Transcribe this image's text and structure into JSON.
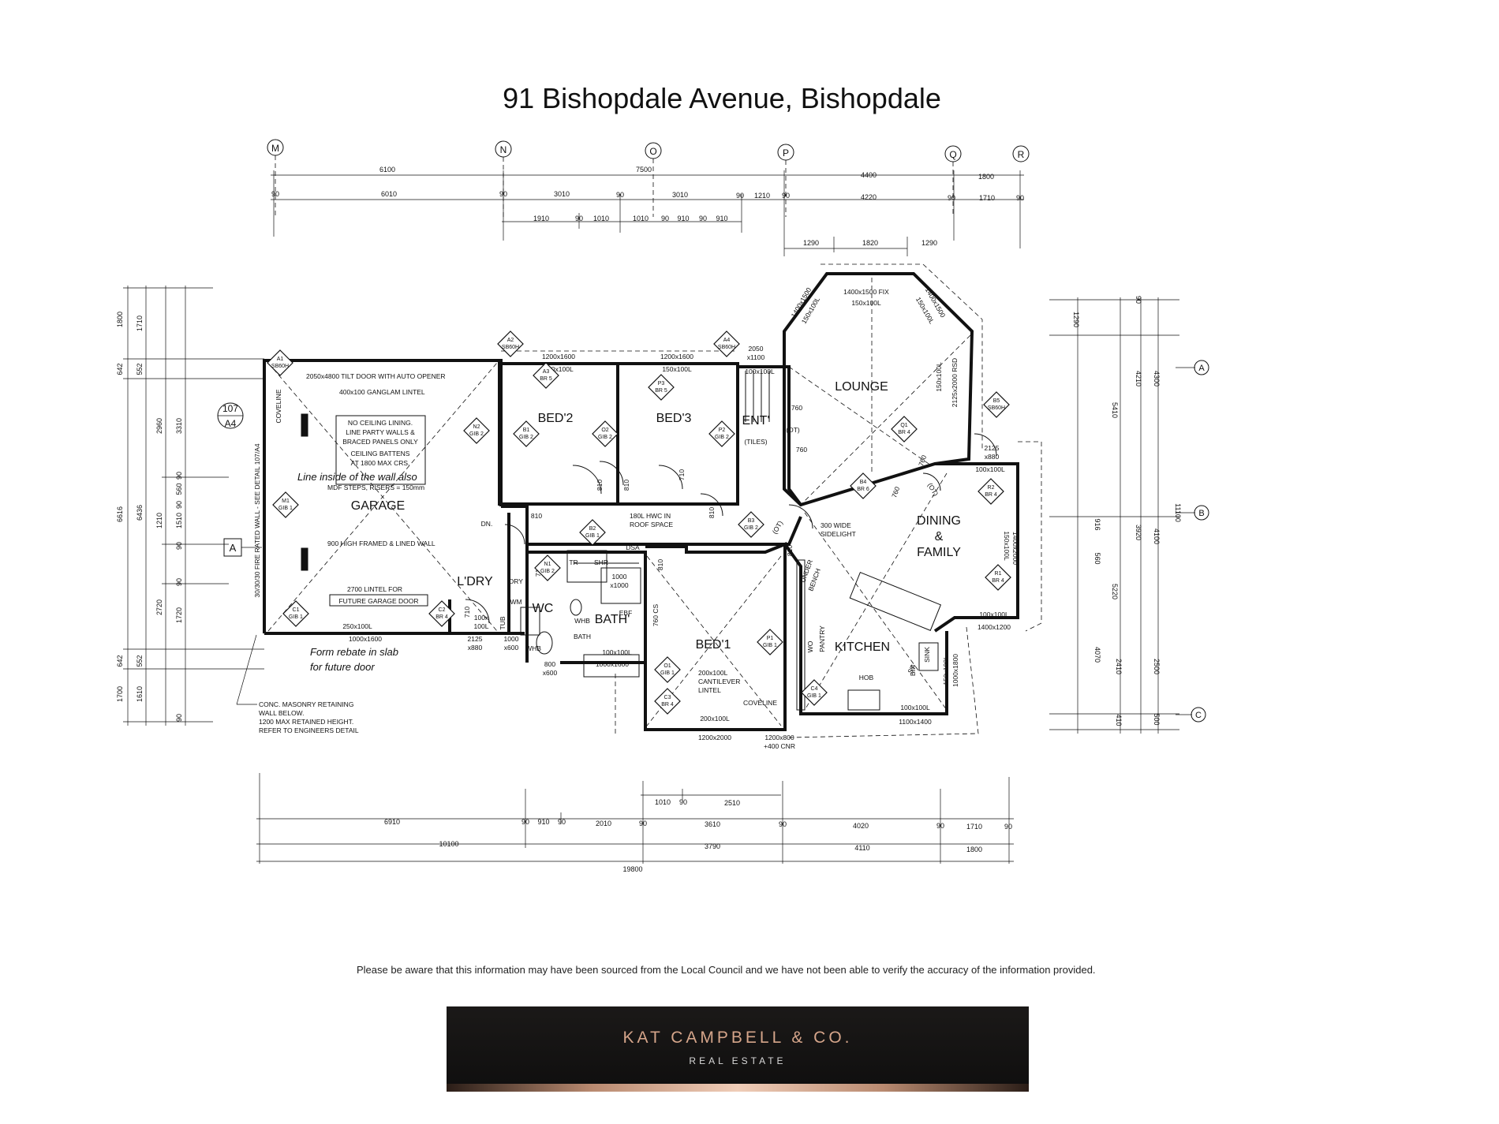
{
  "title": "91 Bishopdale Avenue, Bishopdale",
  "grid_markers": {
    "top": [
      "M",
      "N",
      "O",
      "P",
      "Q",
      "R"
    ],
    "right": [
      "A",
      "B",
      "C"
    ],
    "left_box": "A",
    "section_ref": [
      "107",
      "A4"
    ]
  },
  "dims": {
    "top1": [
      "6100",
      "7500",
      "4400",
      "1800"
    ],
    "top2": [
      "90",
      "6010",
      "90",
      "3010",
      "90",
      "3010",
      "90",
      "1210",
      "90",
      "4220",
      "90",
      "1710",
      "90"
    ],
    "top3": [
      "1910",
      "90",
      "1010",
      "1010",
      "90",
      "910",
      "90",
      "910"
    ],
    "top4": [
      "1290",
      "1820",
      "1290"
    ],
    "bottom1": [
      "1010",
      "90",
      "2510"
    ],
    "bottom2": [
      "6910",
      "90",
      "910",
      "90",
      "2010",
      "90",
      "3610",
      "90",
      "4020",
      "90",
      "1710",
      "90"
    ],
    "bottom3": [
      "10100",
      "3790",
      "4110",
      "1800"
    ],
    "bottom4": "19800",
    "left_outer": [
      "1800",
      "642",
      "6616",
      "642",
      "1700"
    ],
    "left_mid": [
      "1710",
      "552",
      "2960",
      "6436",
      "1210",
      "2720",
      "552",
      "1610"
    ],
    "left_inner": [
      "3310",
      "90",
      "560",
      "90",
      "1510",
      "90",
      "90",
      "1720",
      "90"
    ],
    "right_inner": [
      "1290",
      "5410",
      "916",
      "560",
      "2410",
      "410"
    ],
    "right_mid": [
      "4210",
      "3920",
      "5220",
      "4070",
      "90"
    ],
    "right_outer": [
      "4300",
      "11100",
      "4100",
      "2500",
      "500"
    ]
  },
  "rooms": {
    "garage": "GARAGE",
    "bed2": "BED'2",
    "bed3": "BED'3",
    "ent": "ENT'",
    "lounge": "LOUNGE",
    "dining1": "DINING",
    "dining2": "&",
    "dining3": "FAMILY",
    "ldry": "L'DRY",
    "wc": "WC",
    "bath": "BATH'",
    "bed1": "BED'1",
    "kitchen": "KITCHEN",
    "tiles": "(TILES)"
  },
  "tags": [
    {
      "code": "A1",
      "text": "SB60H"
    },
    {
      "code": "A2",
      "text": "SB60H"
    },
    {
      "code": "A4",
      "text": "SB60H"
    },
    {
      "code": "B5",
      "text": "SB60H"
    },
    {
      "code": "A3",
      "text": "BR 5"
    },
    {
      "code": "P3",
      "text": "BR 5"
    },
    {
      "code": "N2",
      "text": "GIB 2"
    },
    {
      "code": "B1",
      "text": "GIB 2"
    },
    {
      "code": "O2",
      "text": "GIB 2"
    },
    {
      "code": "P2",
      "text": "GIB 2"
    },
    {
      "code": "Q1",
      "text": "BR 4"
    },
    {
      "code": "B4",
      "text": "BR 6"
    },
    {
      "code": "R2",
      "text": "BR 4"
    },
    {
      "code": "R1",
      "text": "BR 4"
    },
    {
      "code": "M1",
      "text": "GIB 1"
    },
    {
      "code": "B2",
      "text": "GIB 1"
    },
    {
      "code": "B3",
      "text": "GIB 2"
    },
    {
      "code": "N1",
      "text": "GIB 2"
    },
    {
      "code": "C1",
      "text": "GIB 1"
    },
    {
      "code": "C2",
      "text": "BR 4"
    },
    {
      "code": "P1",
      "text": "GIB 1"
    },
    {
      "code": "O1",
      "text": "GIB 1"
    },
    {
      "code": "C3",
      "text": "BR 4"
    },
    {
      "code": "C4",
      "text": "GIB 1"
    }
  ],
  "notes": {
    "tilt_door": "2050x4800 TILT DOOR WITH AUTO OPENER",
    "ganglam": "400x100 GANGLAM LINTEL",
    "no_ceiling": [
      "NO CEILING LINING.",
      "LINE PARTY WALLS &",
      "BRACED PANELS ONLY",
      "CEILING BATTENS",
      "AT 1800 MAX CRS."
    ],
    "mdf_steps": "MDF STEPS, RISERS = 150mm",
    "framed_wall": "900 HIGH FRAMED & LINED WALL",
    "lintel_2700": "2700 LINTEL FOR",
    "future_garage": "FUTURE GARAGE DOOR",
    "fire_wall": "30/30/30 FIRE RATED WALL - SEE DETAIL 107/A4",
    "coveline": "COVELINE",
    "hwc": [
      "180L HWC IN",
      "ROOF SPACE"
    ],
    "sidelight": [
      "300 WIDE",
      "SIDELIGHT"
    ],
    "cantilever": [
      "200x100L",
      "CANTILEVER",
      "LINTEL"
    ],
    "retaining": [
      "CONC. MASONRY RETAINING",
      "WALL BELOW.",
      "1200 MAX RETAINED HEIGHT.",
      "REFER TO ENGINEERS DETAIL"
    ],
    "fix_window": "1400x1500 FIX",
    "rsd": "2125x2000 RSD",
    "win_labels": [
      "1200x1600",
      "1200x1600",
      "2050",
      "x1100",
      "100x100L",
      "150x100L",
      "150x100L",
      "150x100L",
      "150x100L",
      "250x100L",
      "1000x1600",
      "2125",
      "x880",
      "100x",
      "100L",
      "1000",
      "x600",
      "800",
      "x600",
      "1000x1600",
      "100x100L",
      "200x100L",
      "1200x2000",
      "1200x800",
      "+400 CNR",
      "1100x1400",
      "100x100L",
      "1400x1200",
      "100x100L",
      "150x100L",
      "1400x2000",
      "2125",
      "x880",
      "100x100L",
      "1000x1800",
      "150x100L",
      "1400x1500",
      "1400x1500",
      "150x100L",
      "150x100L",
      "760",
      "760",
      "760",
      "760",
      "810",
      "810",
      "810",
      "810",
      "710",
      "710",
      "810",
      "710",
      "810",
      "760 CS",
      "(OT)",
      "(OT)",
      "(OT)",
      "DN.",
      "DSA",
      "TR",
      "SHR",
      "1000",
      "x1000",
      "BATH",
      "WHB",
      "WHB",
      "DRY",
      "WM",
      "TUB",
      "UNDER",
      "BENCH",
      "HOB",
      "PANTRY",
      "WO",
      "ST",
      "SINK",
      "BIN",
      "EBF"
    ]
  },
  "handwritten": {
    "line_inside": "Line inside of the wall also",
    "form_rebate1": "Form rebate in slab",
    "form_rebate2": "for future door"
  },
  "disclaimer": "Please be aware that this information may have been sourced from the Local Council and we have not been able to verify the accuracy of the information provided.",
  "brand": {
    "name": "KAT CAMPBELL & CO.",
    "sub": "REAL ESTATE"
  }
}
